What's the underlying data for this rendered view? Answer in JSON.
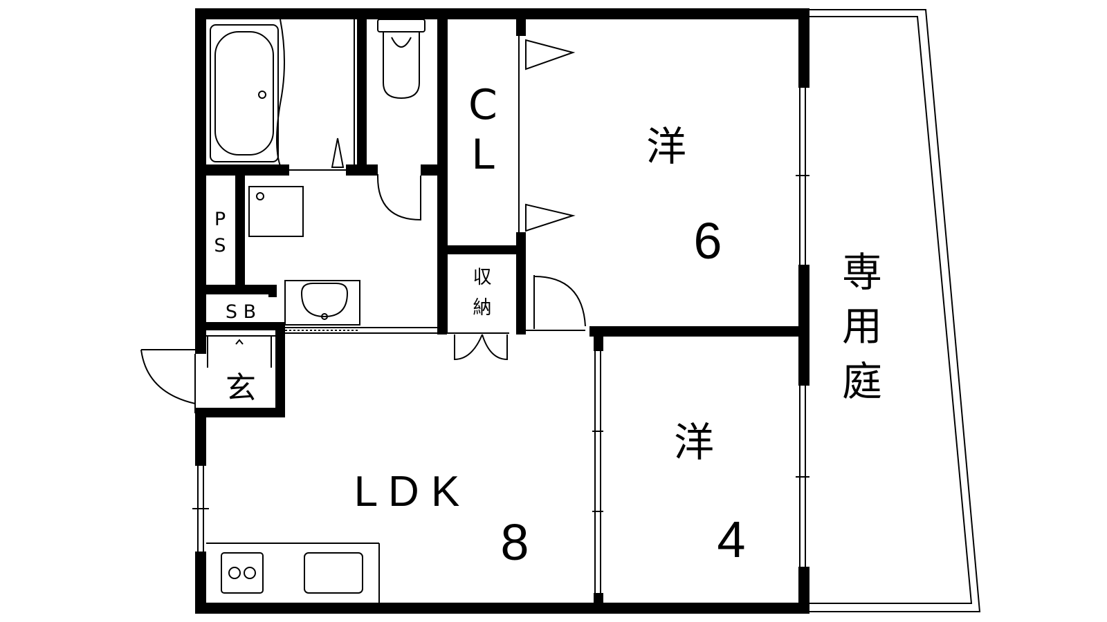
{
  "floorplan": {
    "labels": {
      "closet": [
        "C",
        "L"
      ],
      "western_room_large": {
        "name": "洋",
        "size": "6"
      },
      "western_room_small": {
        "name": "洋",
        "size": "4"
      },
      "private_garden": [
        "専",
        "用",
        "庭"
      ],
      "pipe_space": [
        "P",
        "S"
      ],
      "storage": [
        "収",
        "納"
      ],
      "shoe_box": "S B",
      "entrance": "玄",
      "ldk": {
        "name": "L D K",
        "size": "8"
      }
    },
    "colors": {
      "wall": "#000000",
      "line": "#000000",
      "background": "#ffffff"
    }
  }
}
